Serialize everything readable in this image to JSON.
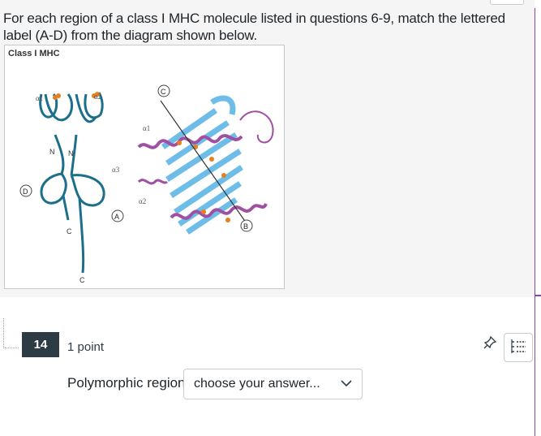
{
  "question_stem": "For each region of a class I MHC molecule listed in questions 6-9, match the lettered label (A-D) from the diagram shown below.",
  "figure": {
    "title": "Class I MHC",
    "labels": {
      "alpha1": "α1",
      "alpha2": "α2",
      "alpha3": "α3",
      "n1": "N",
      "n2": "N",
      "c1": "C",
      "c2": "C",
      "a": "A",
      "b": "B",
      "c": "C",
      "d": "D",
      "struct_alpha1": "α1",
      "struct_alpha2": "α2"
    },
    "colors": {
      "strand": "#5fb6e6",
      "helix": "#a050a0",
      "residue": "#e67e22",
      "stem": "#1c6f8a"
    }
  },
  "question": {
    "number": "14",
    "points": "1 point",
    "prompt": "Polymorphic region:",
    "select": {
      "value": "choose your answer..."
    },
    "icons": {
      "pin": "pin-icon",
      "list": "list-icon"
    }
  }
}
